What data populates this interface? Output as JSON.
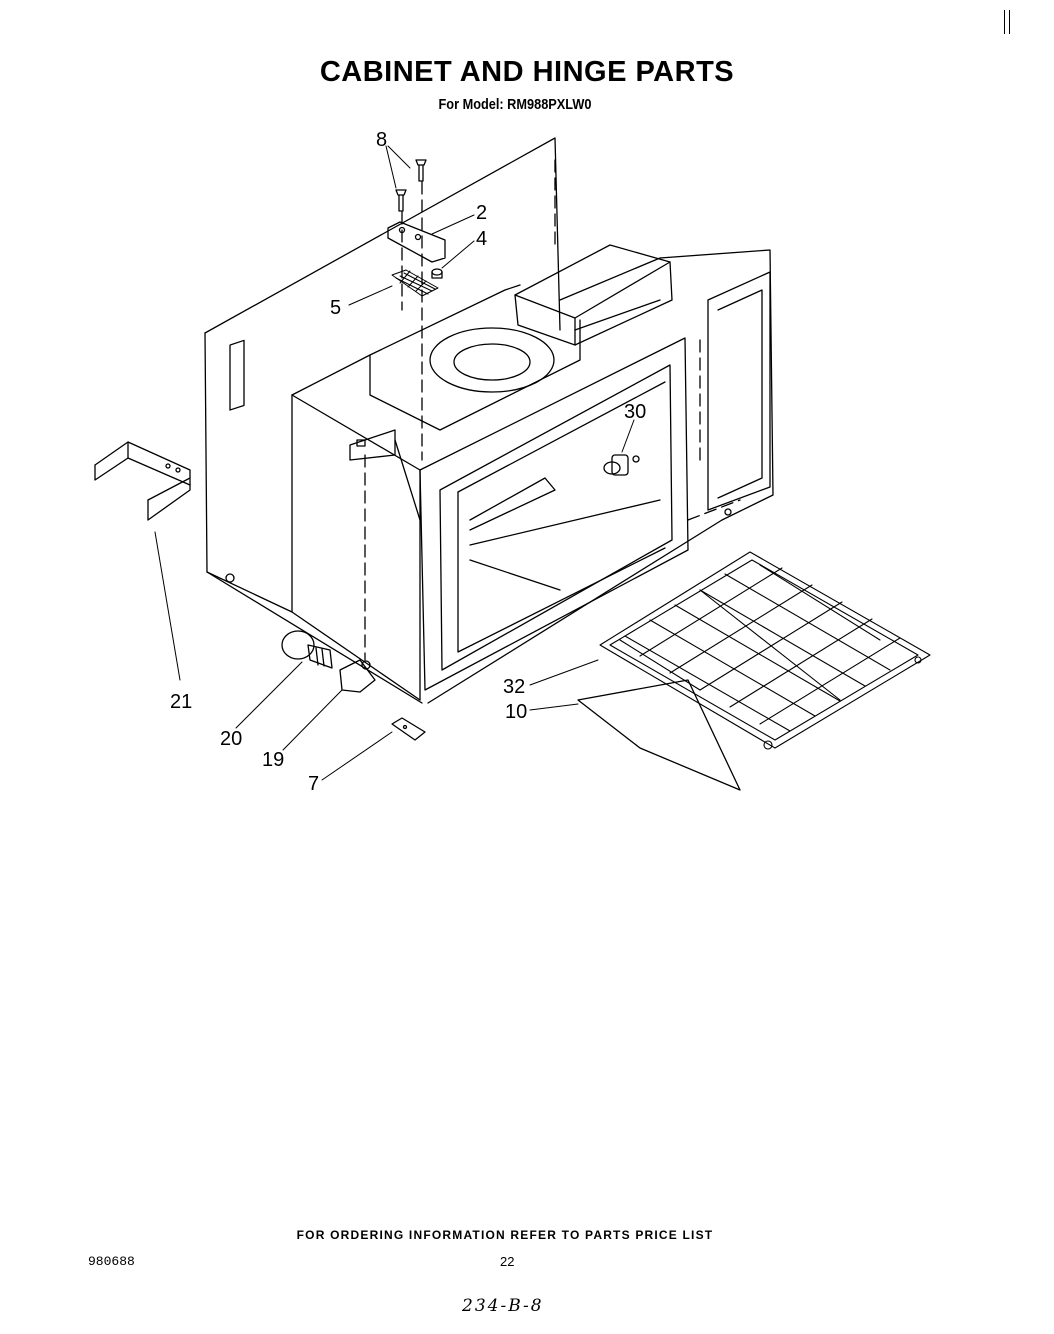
{
  "header": {
    "title": "CABINET AND HINGE PARTS",
    "model_line": "For Model: RM988PXLW0"
  },
  "callouts": {
    "p8": "8",
    "p2": "2",
    "p4": "4",
    "p5": "5",
    "p30": "30",
    "p21": "21",
    "p20": "20",
    "p19": "19",
    "p7": "7",
    "p32": "32",
    "p10": "10"
  },
  "footer": {
    "ordering_note": "FOR ORDERING INFORMATION REFER TO PARTS PRICE LIST",
    "doc_number": "980688",
    "page_number": "22",
    "handwritten_note": "234-B-8"
  },
  "colors": {
    "ink": "#000000",
    "paper": "#ffffff"
  }
}
